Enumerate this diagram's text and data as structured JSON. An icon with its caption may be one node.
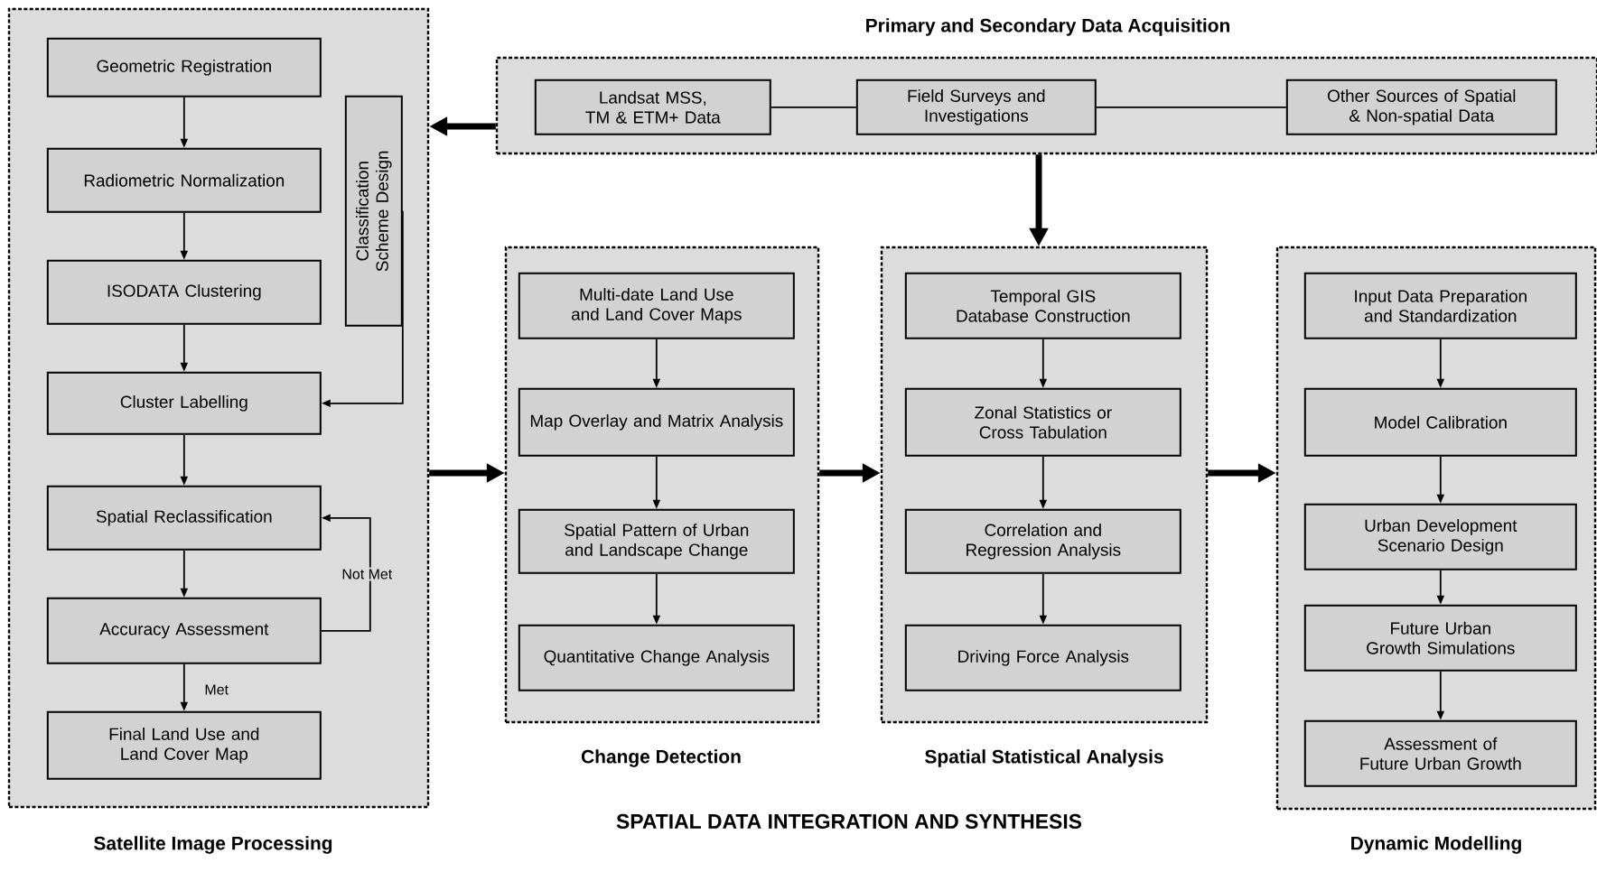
{
  "diagram": {
    "nodes": [
      {
        "text": [
          "Satellite Image Processing"
        ]
      },
      {
        "text": [
          "Geometric Registration"
        ],
        "in": 0
      },
      {
        "text": [
          "Radiometric Normalization"
        ],
        "in": 0
      },
      {
        "text": [
          "ISODATA Clustering"
        ],
        "in": 0
      },
      {
        "text": [
          "Classification Scheme Design"
        ],
        "in": 0
      },
      {
        "text": [
          "Cluster Labelling"
        ],
        "in": 0
      },
      {
        "text": [
          "Spatial Reclassification"
        ],
        "in": 0
      },
      {
        "text": [
          "Accuracy Assessment"
        ],
        "in": 0
      },
      {
        "text": [
          "Final Land Use and Land Cover Map"
        ],
        "in": 0
      },
      {
        "text": [
          "Primary and Secondary Data Acquisition"
        ]
      },
      {
        "text": [
          "Landsat MSS, TM & ETM+ Data"
        ],
        "in": 9
      },
      {
        "text": [
          "Field Surveys and Investigations"
        ],
        "in": 9
      },
      {
        "text": [
          "Other Sources of Spatial & Non-spatial Data"
        ],
        "in": 9
      },
      {
        "text": [
          "Change Detection"
        ]
      },
      {
        "text": [
          "Multi-date Land Use and Land Cover Maps"
        ],
        "in": 13
      },
      {
        "text": [
          "Map Overlay and Matrix Analysis"
        ],
        "in": 13
      },
      {
        "text": [
          "Spatial Pattern of Urban and Landscape Change"
        ],
        "in": 13
      },
      {
        "text": [
          "Quantitative Change Analysis"
        ],
        "in": 13
      },
      {
        "text": [
          "Spatial Statistical Analysis"
        ]
      },
      {
        "text": [
          "Temporal GIS Database Construction"
        ],
        "in": 18
      },
      {
        "text": [
          "Zonal Statistics or Cross Tabulation"
        ],
        "in": 18
      },
      {
        "text": [
          "Correlation and Regression Analysis"
        ],
        "in": 18
      },
      {
        "text": [
          "Driving Force Analysis"
        ],
        "in": 18
      },
      {
        "text": [
          "Dynamic Modelling"
        ]
      },
      {
        "text": [
          "Input Data Preparation and Standardization"
        ],
        "in": 23
      },
      {
        "text": [
          "Model Calibration"
        ],
        "in": 23
      },
      {
        "text": [
          "Urban Development Scenario Design"
        ],
        "in": 23
      },
      {
        "text": [
          "Future Urban Growth Simulations"
        ],
        "in": 23
      },
      {
        "text": [
          "Assessment of Future Urban Growth"
        ],
        "in": 23
      }
    ],
    "edges": [
      {
        "from": 1,
        "to": 2,
        "arrow": "to"
      },
      {
        "from": 2,
        "to": 3,
        "arrow": "to"
      },
      {
        "from": 3,
        "to": 5,
        "arrow": "to"
      },
      {
        "from": 4,
        "to": 5,
        "arrow": "to"
      },
      {
        "from": 5,
        "to": 6,
        "arrow": "to"
      },
      {
        "from": 6,
        "to": 7,
        "arrow": "to"
      },
      {
        "from": 7,
        "to": 6,
        "arrow": "to",
        "label": "Not Met"
      },
      {
        "from": 7,
        "to": 8,
        "arrow": "to",
        "label": "Met"
      },
      {
        "from": 10,
        "to": 11,
        "arrow": "none"
      },
      {
        "from": 11,
        "to": 12,
        "arrow": "none"
      },
      {
        "from": 9,
        "to": 0,
        "arrow": "to",
        "style": "thick"
      },
      {
        "from": 9,
        "to": 18,
        "arrow": "to",
        "style": "thick"
      },
      {
        "from": 0,
        "to": 13,
        "arrow": "to",
        "style": "thick"
      },
      {
        "from": 14,
        "to": 15,
        "arrow": "to"
      },
      {
        "from": 15,
        "to": 16,
        "arrow": "to"
      },
      {
        "from": 16,
        "to": 17,
        "arrow": "to"
      },
      {
        "from": 13,
        "to": 18,
        "arrow": "to",
        "style": "thick"
      },
      {
        "from": 19,
        "to": 20,
        "arrow": "to"
      },
      {
        "from": 20,
        "to": 21,
        "arrow": "to"
      },
      {
        "from": 21,
        "to": 22,
        "arrow": "to"
      },
      {
        "from": 18,
        "to": 23,
        "arrow": "to",
        "style": "thick"
      },
      {
        "from": 24,
        "to": 25,
        "arrow": "to"
      },
      {
        "from": 25,
        "to": 26,
        "arrow": "to"
      },
      {
        "from": 26,
        "to": 27,
        "arrow": "to"
      },
      {
        "from": 27,
        "to": 28,
        "arrow": "to"
      }
    ],
    "labels": [
      "SPATIAL DATA INTEGRATION AND SYNTHESIS"
    ]
  }
}
